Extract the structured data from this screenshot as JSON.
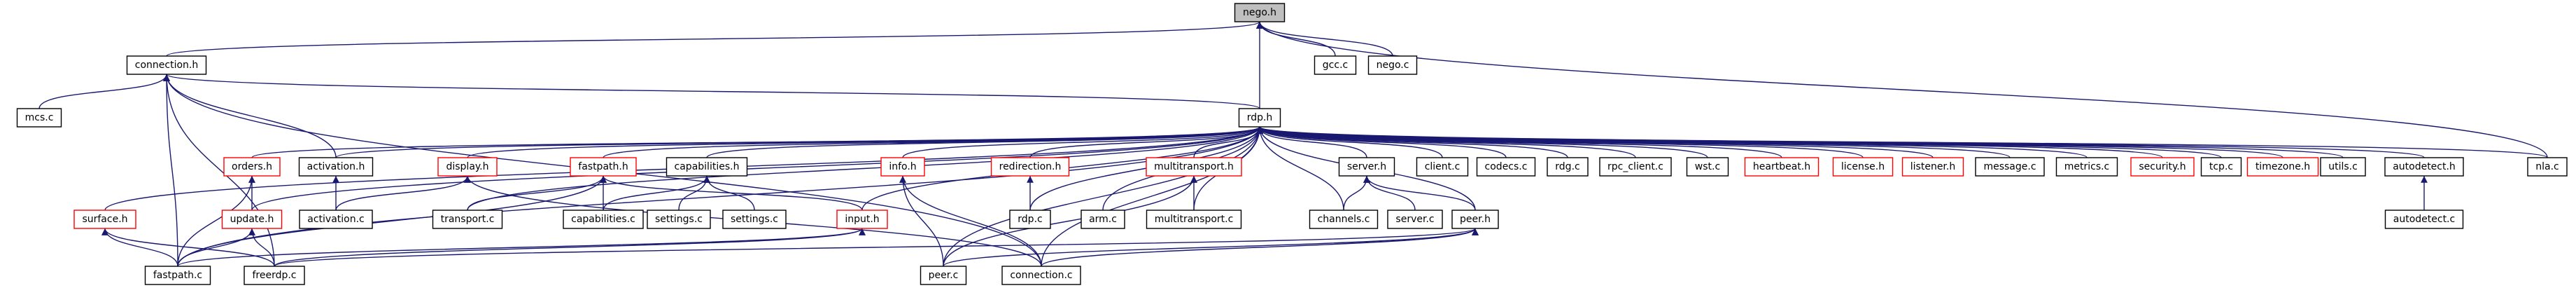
{
  "colors": {
    "edge": "#191970",
    "box_border": "#000000",
    "box_border_highlight": "#ff0000",
    "focus_fill": "#bfbfbf",
    "background": "#ffffff"
  },
  "graph": {
    "focus": "nego.h",
    "nodes": [
      {
        "id": "nego_h",
        "label": "nego.h",
        "kind": "focus"
      },
      {
        "id": "connection_h",
        "label": "connection.h",
        "kind": "normal"
      },
      {
        "id": "gcc_c",
        "label": "gcc.c",
        "kind": "normal"
      },
      {
        "id": "nego_c",
        "label": "nego.c",
        "kind": "normal"
      },
      {
        "id": "mcs_c",
        "label": "mcs.c",
        "kind": "normal"
      },
      {
        "id": "rdp_h",
        "label": "rdp.h",
        "kind": "normal"
      },
      {
        "id": "orders_h",
        "label": "orders.h",
        "kind": "highlight"
      },
      {
        "id": "activation_h",
        "label": "activation.h",
        "kind": "normal"
      },
      {
        "id": "display_h",
        "label": "display.h",
        "kind": "highlight"
      },
      {
        "id": "fastpath_h",
        "label": "fastpath.h",
        "kind": "highlight"
      },
      {
        "id": "capabilities_h",
        "label": "capabilities.h",
        "kind": "normal"
      },
      {
        "id": "info_h",
        "label": "info.h",
        "kind": "highlight"
      },
      {
        "id": "redirection_h",
        "label": "redirection.h",
        "kind": "highlight"
      },
      {
        "id": "multitransport_h",
        "label": "multitransport.h",
        "kind": "highlight"
      },
      {
        "id": "server_h",
        "label": "server.h",
        "kind": "normal"
      },
      {
        "id": "client_c",
        "label": "client.c",
        "kind": "normal"
      },
      {
        "id": "codecs_c",
        "label": "codecs.c",
        "kind": "normal"
      },
      {
        "id": "rdg_c",
        "label": "rdg.c",
        "kind": "normal"
      },
      {
        "id": "rpc_client_c",
        "label": "rpc_client.c",
        "kind": "normal"
      },
      {
        "id": "wst_c",
        "label": "wst.c",
        "kind": "normal"
      },
      {
        "id": "heartbeat_h",
        "label": "heartbeat.h",
        "kind": "highlight"
      },
      {
        "id": "license_h",
        "label": "license.h",
        "kind": "highlight"
      },
      {
        "id": "listener_h",
        "label": "listener.h",
        "kind": "highlight"
      },
      {
        "id": "message_c",
        "label": "message.c",
        "kind": "normal"
      },
      {
        "id": "metrics_c",
        "label": "metrics.c",
        "kind": "normal"
      },
      {
        "id": "security_h",
        "label": "security.h",
        "kind": "highlight"
      },
      {
        "id": "tcp_c",
        "label": "tcp.c",
        "kind": "normal"
      },
      {
        "id": "timezone_h",
        "label": "timezone.h",
        "kind": "highlight"
      },
      {
        "id": "utils_c",
        "label": "utils.c",
        "kind": "normal"
      },
      {
        "id": "autodetect_h",
        "label": "autodetect.h",
        "kind": "normal"
      },
      {
        "id": "nla_c",
        "label": "nla.c",
        "kind": "normal"
      },
      {
        "id": "surface_h",
        "label": "surface.h",
        "kind": "highlight"
      },
      {
        "id": "update_h",
        "label": "update.h",
        "kind": "highlight"
      },
      {
        "id": "activation_c",
        "label": "activation.c",
        "kind": "normal"
      },
      {
        "id": "transport_c",
        "label": "transport.c",
        "kind": "normal"
      },
      {
        "id": "capabilities_c",
        "label": "capabilities.c",
        "kind": "normal"
      },
      {
        "id": "settings_c",
        "label": "settings.c",
        "kind": "normal"
      },
      {
        "id": "settings_c2",
        "label": "settings.c",
        "kind": "normal"
      },
      {
        "id": "input_h",
        "label": "input.h",
        "kind": "highlight"
      },
      {
        "id": "rdp_c",
        "label": "rdp.c",
        "kind": "normal"
      },
      {
        "id": "arm_c",
        "label": "arm.c",
        "kind": "normal"
      },
      {
        "id": "multitransport_c",
        "label": "multitransport.c",
        "kind": "normal"
      },
      {
        "id": "channels_c",
        "label": "channels.c",
        "kind": "normal"
      },
      {
        "id": "server_c",
        "label": "server.c",
        "kind": "normal"
      },
      {
        "id": "peer_h",
        "label": "peer.h",
        "kind": "normal"
      },
      {
        "id": "autodetect_c",
        "label": "autodetect.c",
        "kind": "normal"
      },
      {
        "id": "fastpath_c",
        "label": "fastpath.c",
        "kind": "normal"
      },
      {
        "id": "freerdp_c",
        "label": "freerdp.c",
        "kind": "normal"
      },
      {
        "id": "peer_c",
        "label": "peer.c",
        "kind": "normal"
      },
      {
        "id": "connection_c",
        "label": "connection.c",
        "kind": "normal"
      }
    ],
    "edges": [
      [
        "nego_h",
        "connection_h"
      ],
      [
        "nego_h",
        "gcc_c"
      ],
      [
        "nego_h",
        "nego_c"
      ],
      [
        "nego_h",
        "rdp_h"
      ],
      [
        "nego_h",
        "nla_c"
      ],
      [
        "connection_h",
        "mcs_c"
      ],
      [
        "connection_h",
        "rdp_h"
      ],
      [
        "connection_h",
        "activation_h"
      ],
      [
        "connection_h",
        "fastpath_c"
      ],
      [
        "connection_h",
        "freerdp_c"
      ],
      [
        "connection_h",
        "connection_c"
      ],
      [
        "rdp_h",
        "orders_h"
      ],
      [
        "rdp_h",
        "activation_h"
      ],
      [
        "rdp_h",
        "display_h"
      ],
      [
        "rdp_h",
        "fastpath_h"
      ],
      [
        "rdp_h",
        "capabilities_h"
      ],
      [
        "rdp_h",
        "info_h"
      ],
      [
        "rdp_h",
        "redirection_h"
      ],
      [
        "rdp_h",
        "multitransport_h"
      ],
      [
        "rdp_h",
        "server_h"
      ],
      [
        "rdp_h",
        "client_c"
      ],
      [
        "rdp_h",
        "codecs_c"
      ],
      [
        "rdp_h",
        "rdg_c"
      ],
      [
        "rdp_h",
        "rpc_client_c"
      ],
      [
        "rdp_h",
        "wst_c"
      ],
      [
        "rdp_h",
        "heartbeat_h"
      ],
      [
        "rdp_h",
        "license_h"
      ],
      [
        "rdp_h",
        "listener_h"
      ],
      [
        "rdp_h",
        "message_c"
      ],
      [
        "rdp_h",
        "metrics_c"
      ],
      [
        "rdp_h",
        "security_h"
      ],
      [
        "rdp_h",
        "tcp_c"
      ],
      [
        "rdp_h",
        "timezone_h"
      ],
      [
        "rdp_h",
        "utils_c"
      ],
      [
        "rdp_h",
        "autodetect_h"
      ],
      [
        "rdp_h",
        "nla_c"
      ],
      [
        "rdp_h",
        "surface_h"
      ],
      [
        "rdp_h",
        "update_h"
      ],
      [
        "rdp_h",
        "transport_c"
      ],
      [
        "rdp_h",
        "input_h"
      ],
      [
        "rdp_h",
        "rdp_c"
      ],
      [
        "rdp_h",
        "arm_c"
      ],
      [
        "rdp_h",
        "multitransport_c"
      ],
      [
        "rdp_h",
        "channels_c"
      ],
      [
        "rdp_h",
        "peer_h"
      ],
      [
        "rdp_h",
        "fastpath_c"
      ],
      [
        "rdp_h",
        "peer_c"
      ],
      [
        "rdp_h",
        "connection_c"
      ],
      [
        "orders_h",
        "update_h"
      ],
      [
        "orders_h",
        "fastpath_c"
      ],
      [
        "activation_h",
        "activation_c"
      ],
      [
        "display_h",
        "activation_c"
      ],
      [
        "display_h",
        "connection_c"
      ],
      [
        "fastpath_h",
        "transport_c"
      ],
      [
        "fastpath_h",
        "capabilities_c"
      ],
      [
        "fastpath_h",
        "input_h"
      ],
      [
        "fastpath_h",
        "fastpath_c"
      ],
      [
        "capabilities_h",
        "capabilities_c"
      ],
      [
        "capabilities_h",
        "settings_c"
      ],
      [
        "capabilities_h",
        "settings_c2"
      ],
      [
        "info_h",
        "peer_c"
      ],
      [
        "info_h",
        "connection_c"
      ],
      [
        "redirection_h",
        "rdp_c"
      ],
      [
        "multitransport_h",
        "multitransport_c"
      ],
      [
        "multitransport_h",
        "peer_c"
      ],
      [
        "server_h",
        "channels_c"
      ],
      [
        "server_h",
        "server_c"
      ],
      [
        "server_h",
        "peer_h"
      ],
      [
        "autodetect_h",
        "autodetect_c"
      ],
      [
        "surface_h",
        "fastpath_c"
      ],
      [
        "surface_h",
        "freerdp_c"
      ],
      [
        "update_h",
        "fastpath_c"
      ],
      [
        "update_h",
        "freerdp_c"
      ],
      [
        "input_h",
        "fastpath_c"
      ],
      [
        "input_h",
        "freerdp_c"
      ],
      [
        "peer_h",
        "freerdp_c"
      ],
      [
        "peer_h",
        "peer_c"
      ],
      [
        "peer_h",
        "connection_c"
      ]
    ]
  }
}
